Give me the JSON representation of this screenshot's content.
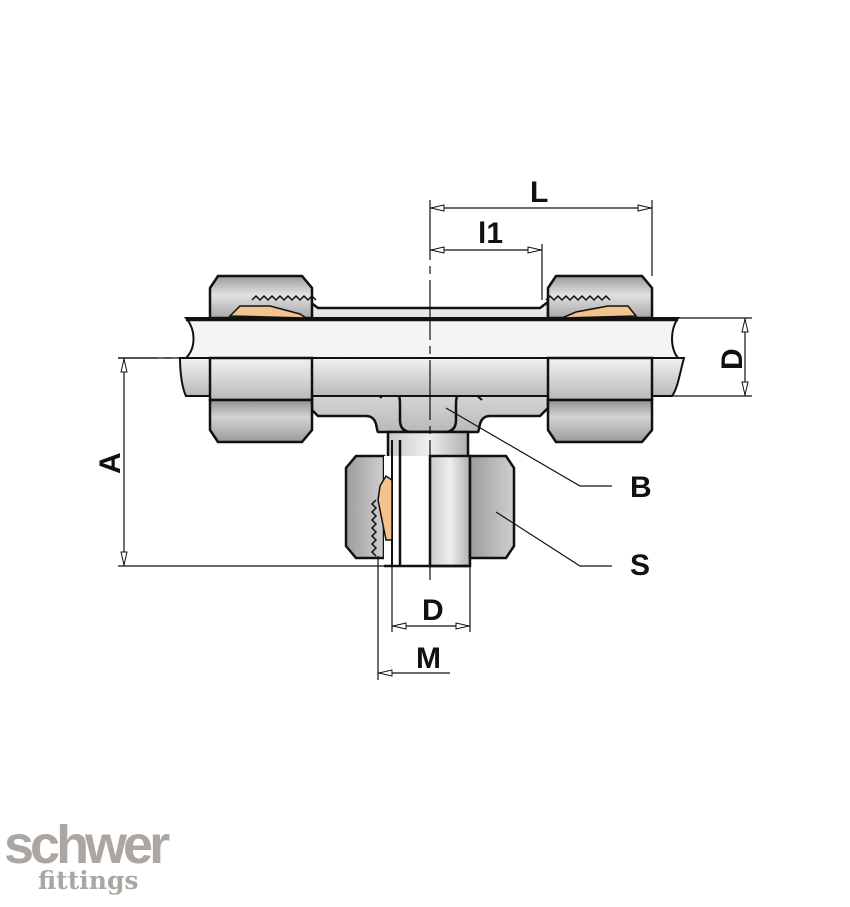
{
  "drawing": {
    "title": "Tee fitting with female swivel branch - technical drawing",
    "logo_mark": "sf",
    "colors": {
      "metal_light": "#e6e6e6",
      "metal_mid": "#c8c8c8",
      "metal_dark": "#8e8e8e",
      "ferrule": "#f2c38d",
      "outline": "#111111",
      "logo_gray": "#aba6a2"
    },
    "dimensions": {
      "L": "L",
      "l1": "l1",
      "D_right": "D",
      "A": "A",
      "B": "B",
      "S": "S",
      "D_bottom": "D",
      "M": "M"
    }
  },
  "brand": {
    "name_top": "schwer",
    "name_bottom": "fittings"
  }
}
